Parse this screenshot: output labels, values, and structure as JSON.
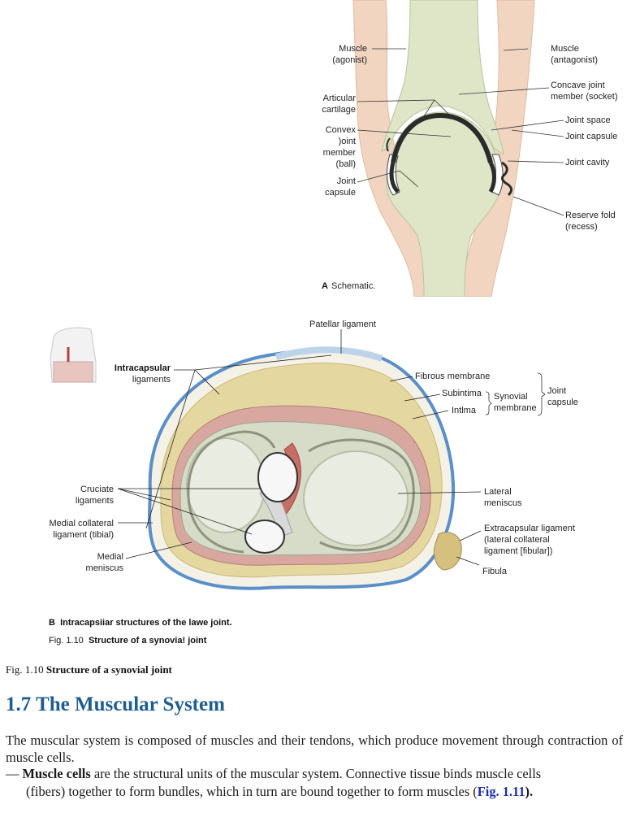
{
  "figure_a": {
    "labels": {
      "muscle_agonist_1": "Muscle",
      "muscle_agonist_2": "(agonist)",
      "muscle_antagonist_1": "Muscle",
      "muscle_antagonist_2": "(antagonist)",
      "concave_1": "Concave joint",
      "concave_2": "member (socket)",
      "articular_1": "Articular",
      "articular_2": "cartilage",
      "joint_space": "Joint space",
      "convex_1": "Convex",
      "convex_2": ")oint",
      "convex_3": "member",
      "convex_4": "(ball)",
      "joint_capsule_right": "Joint capsule",
      "joint_cavity": "Joint cavity",
      "joint_capsule_left_1": "Joint",
      "joint_capsule_left_2": "capsule",
      "reserve_1": "Reserve fold",
      "reserve_2": "(recess)"
    },
    "caption_letter": "A",
    "caption_text": "Schematic."
  },
  "figure_b": {
    "labels": {
      "patellar": "Patellar ligament",
      "intracapsular_1": "Intracapsular",
      "intracapsular_2": "ligaments",
      "fibrous": "Fibrous membrane",
      "subintima": "Subintima",
      "intima": "Intlma",
      "synovial_1": "Synovial",
      "synovial_2": "membrane",
      "joint_capsule_1": "Joint",
      "joint_capsule_2": "capsule",
      "cruciate_1": "Cruciate",
      "cruciate_2": "ligaments",
      "lateral_men_1": "Lateral",
      "lateral_men_2": "meniscus",
      "medial_coll_1": "Medial collateral",
      "medial_coll_2": "ligament (tibial)",
      "extracap_1": "Extracapsular ligament",
      "extracap_2": "(lateral collateral",
      "extracap_3": "ligament [fibular])",
      "medial_men_1": "Medial",
      "medial_men_2": "meniscus",
      "fibula": "Fibula"
    },
    "caption_letter": "B",
    "caption_text": "Intracapsiiar structures of the lawe joint."
  },
  "fig_inner_caption": {
    "number": "Fig. 1.10",
    "title": "Structure of a synovia! joint"
  },
  "fig_outer_caption": {
    "number": "Fig. 1.10",
    "title": "Structure of a synovial joint"
  },
  "section": {
    "heading": "1.7 The Muscular System",
    "paragraph": "The muscular system is composed of muscles and their tendons, which produce movement through contraction of muscle cells.",
    "bullet_dash": "—",
    "bullet_term": "Muscle cells",
    "bullet_text_1": "are the structural units of the muscular system. Connective tissue binds muscle cells",
    "bullet_text_2": "(fibers) together to form bundles, which in turn are bound together to form muscles (",
    "bullet_ref": "Fig. 1.11",
    "bullet_end": ")."
  },
  "colors": {
    "muscle": "#f0d3bd",
    "bone": "#dfe5c7",
    "cartilage": "#2b2b2b",
    "heading": "#1f5c8f",
    "link": "#1a2fa8"
  }
}
